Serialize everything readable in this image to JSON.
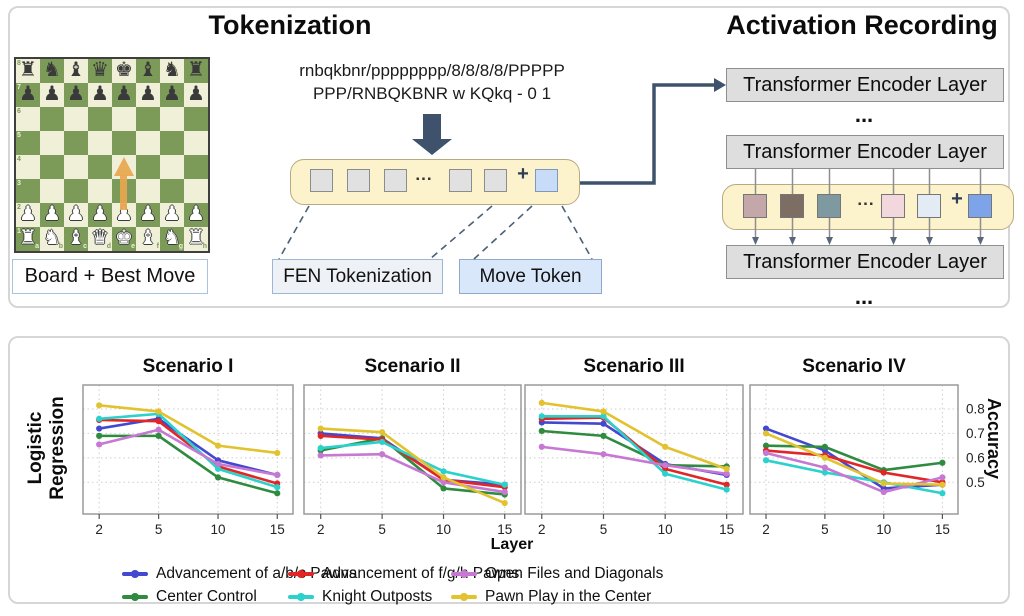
{
  "tokenization": {
    "title": "Tokenization",
    "board_label": "Board + Best Move",
    "fen_line1": "rnbqkbnr/pppppppp/8/8/8/8/PPPPP",
    "fen_line2": "PPP/RNBQKBNR w KQkq - 0 1",
    "fen_box_label": "FEN Tokenization",
    "move_box_label": "Move Token",
    "ellipsis": "...",
    "plus_sign": "+",
    "strip_items": [
      "square",
      "square",
      "square",
      "ellipsis",
      "square",
      "square",
      "plus",
      "move-token"
    ],
    "board": {
      "ranks": [
        "8",
        "7",
        "6",
        "5",
        "4",
        "3",
        "2",
        "1"
      ],
      "files": [
        "a",
        "b",
        "c",
        "d",
        "e",
        "f",
        "g",
        "h"
      ],
      "rows": [
        "rnbqkbnr",
        "pppppppp",
        "8",
        "8",
        "8",
        "8",
        "PPPPPPPP",
        "RNBQKBNR"
      ],
      "light_color": "#f0f0d8",
      "dark_color": "#7d9b58",
      "arrow_color": "#e8a74e",
      "best_move": "e2-e4"
    }
  },
  "activation": {
    "title": "Activation Recording",
    "encoder_label": "Transformer Encoder Layer",
    "ellipsis": "...",
    "plus_sign": "+",
    "strip_items": [
      "#c4a7a9",
      "#7d6e63",
      "#7f99a1",
      "ellipsis",
      "#f2d7dd",
      "#e3ebf5",
      "plus",
      "#7da3e8"
    ],
    "strip_fill": "#fcf2cc"
  },
  "chart_data": {
    "type": "line",
    "x": [
      2,
      5,
      10,
      15
    ],
    "x_tick_labels": [
      "2",
      "5",
      "10",
      "15"
    ],
    "xlabel": "Layer",
    "ylabel_left_line1": "Logistic",
    "ylabel_left_line2": "Regression",
    "ylabel_right": "Accuracy",
    "yticks": [
      0.8,
      0.7,
      0.6,
      0.5
    ],
    "ytick_labels": [
      "0.8",
      "0.7",
      "0.6",
      "0.5"
    ],
    "ylim": [
      0.37,
      0.9
    ],
    "grid": true,
    "legend_position": "bottom",
    "series_meta": [
      {
        "name": "Advancement of a/b/c Pawns",
        "color": "#4348d0"
      },
      {
        "name": "Center Control",
        "color": "#2f8b3f"
      },
      {
        "name": "Advancement of f/g/h Pawns",
        "color": "#e02626"
      },
      {
        "name": "Knight Outposts",
        "color": "#2ad2cb"
      },
      {
        "name": "Open Files and Diagonals",
        "color": "#c678d2"
      },
      {
        "name": "Pawn Play in the Center",
        "color": "#e2c22e"
      }
    ],
    "panels": [
      {
        "title": "Scenario I",
        "values": [
          [
            0.72,
            0.76,
            0.59,
            0.53
          ],
          [
            0.69,
            0.69,
            0.52,
            0.455
          ],
          [
            0.755,
            0.75,
            0.565,
            0.495
          ],
          [
            0.76,
            0.78,
            0.555,
            0.48
          ],
          [
            0.655,
            0.715,
            0.575,
            0.53
          ],
          [
            0.815,
            0.79,
            0.65,
            0.62
          ]
        ]
      },
      {
        "title": "Scenario II",
        "values": [
          [
            0.7,
            0.68,
            0.51,
            0.49
          ],
          [
            0.63,
            0.68,
            0.475,
            0.45
          ],
          [
            0.69,
            0.675,
            0.51,
            0.48
          ],
          [
            0.64,
            0.665,
            0.545,
            0.49
          ],
          [
            0.61,
            0.615,
            0.5,
            0.46
          ],
          [
            0.72,
            0.705,
            0.52,
            0.415
          ]
        ]
      },
      {
        "title": "Scenario III",
        "values": [
          [
            0.745,
            0.74,
            0.575,
            0.53
          ],
          [
            0.71,
            0.69,
            0.57,
            0.565
          ],
          [
            0.76,
            0.765,
            0.555,
            0.49
          ],
          [
            0.77,
            0.77,
            0.535,
            0.47
          ],
          [
            0.645,
            0.615,
            0.57,
            0.535
          ],
          [
            0.825,
            0.79,
            0.645,
            0.555
          ]
        ]
      },
      {
        "title": "Scenario IV",
        "values": [
          [
            0.72,
            0.63,
            0.475,
            0.49
          ],
          [
            0.65,
            0.645,
            0.55,
            0.58
          ],
          [
            0.63,
            0.61,
            0.54,
            0.5
          ],
          [
            0.59,
            0.54,
            0.5,
            0.455
          ],
          [
            0.62,
            0.56,
            0.46,
            0.52
          ],
          [
            0.7,
            0.6,
            0.495,
            0.49
          ]
        ]
      }
    ]
  }
}
